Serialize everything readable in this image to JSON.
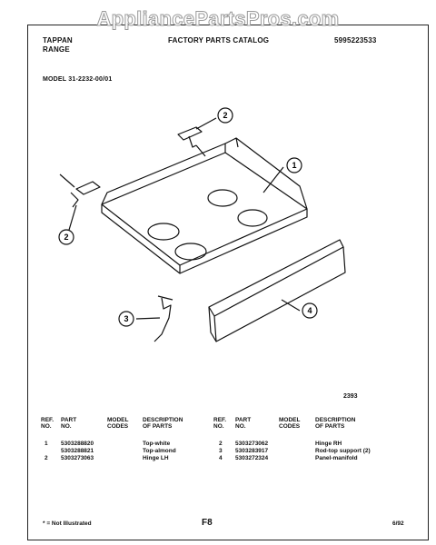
{
  "watermark": "AppliancePartsPros.com",
  "header": {
    "brand_line1": "TAPPAN",
    "brand_line2": "RANGE",
    "title": "FACTORY PARTS CATALOG",
    "doc_number": "5995223533"
  },
  "model": "MODEL 31-2232-00/01",
  "diagram": {
    "code": "2393",
    "callouts": [
      "1",
      "2",
      "2",
      "3",
      "4"
    ]
  },
  "table": {
    "headers": {
      "ref": [
        "REF.",
        "NO."
      ],
      "part": [
        "PART",
        "NO."
      ],
      "model": [
        "MODEL",
        "CODES"
      ],
      "desc": [
        "DESCRIPTION",
        "OF PARTS"
      ]
    },
    "left_rows": [
      {
        "ref": "1",
        "part": "5303288820",
        "desc": "Top-white"
      },
      {
        "ref": "",
        "part": "5303288821",
        "desc": "Top-almond"
      },
      {
        "ref": "2",
        "part": "5303273063",
        "desc": "Hinge LH"
      }
    ],
    "right_rows": [
      {
        "ref": "2",
        "part": "5303273062",
        "desc": "Hinge RH"
      },
      {
        "ref": "3",
        "part": "5303283917",
        "desc": "Rod-top support (2)"
      },
      {
        "ref": "4",
        "part": "5303272324",
        "desc": "Panel-manifold"
      }
    ]
  },
  "footer": {
    "note": "* = Not Illustrated",
    "page": "F8",
    "date": "6/92"
  }
}
